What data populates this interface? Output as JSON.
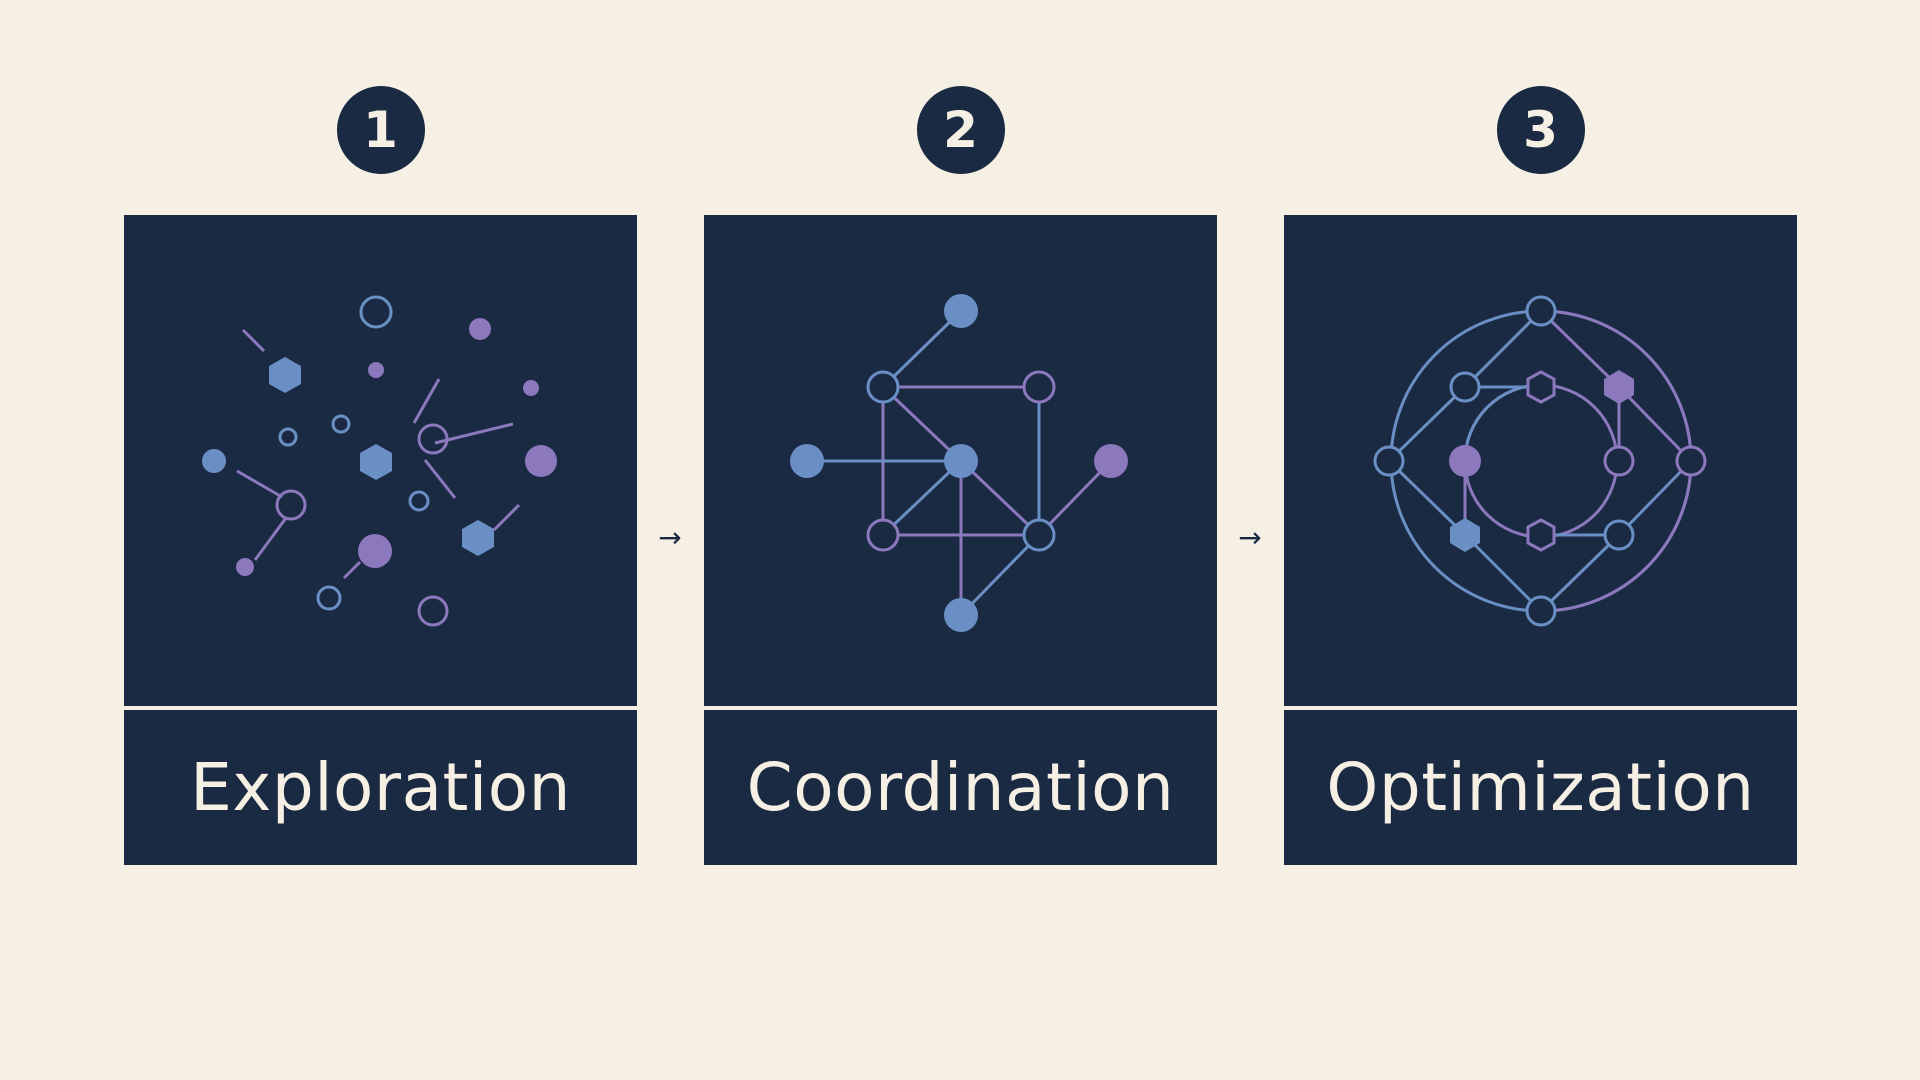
{
  "colors": {
    "background": "#f6f0e4",
    "panel": "#1b2a43",
    "text": "#f6f0e4",
    "blue": "#6a8fc4",
    "purple": "#8c78bc"
  },
  "steps": [
    {
      "number": "1",
      "label": "Exploration",
      "icon": "scattered-nodes-icon"
    },
    {
      "number": "2",
      "label": "Coordination",
      "icon": "connected-network-icon"
    },
    {
      "number": "3",
      "label": "Optimization",
      "icon": "circular-network-icon"
    }
  ],
  "arrows": [
    "→",
    "→"
  ]
}
